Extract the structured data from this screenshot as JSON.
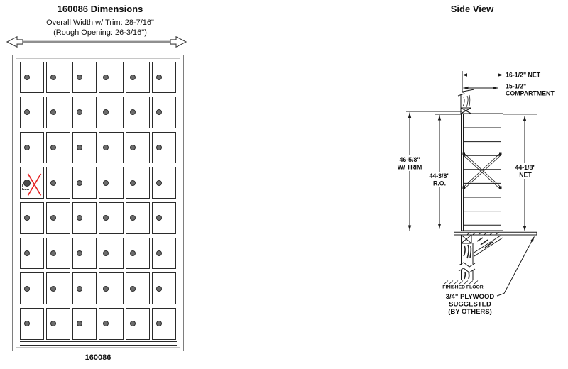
{
  "front_view": {
    "title": "160086 Dimensions",
    "subtitle_line1": "Overall Width w/ Trim: 28-7/16\"",
    "subtitle_line2": "(Rough Opening: 26-3/16\")",
    "model_label": "160086",
    "grid": {
      "rows": 8,
      "columns": 6,
      "door_count": 48,
      "master_door": {
        "row": 4,
        "column": 1,
        "marked_with": "red-x"
      }
    }
  },
  "side_view": {
    "title": "Side View",
    "dimensions": {
      "net_width": "16-1/2\" NET",
      "compartment_line1": "15-1/2\"",
      "compartment_line2": "COMPARTMENT",
      "trim_height_line1": "46-5/8\"",
      "trim_height_line2": "W/ TRIM",
      "rough_opening_line1": "44-3/8\"",
      "rough_opening_line2": "R.O.",
      "net_height_line1": "44-1/8\"",
      "net_height_line2": "NET"
    },
    "annotations": {
      "finished_floor": "FINISHED FLOOR",
      "plywood_line1": "3/4\" PLYWOOD",
      "plywood_line2": "SUGGESTED",
      "plywood_line3": "(BY OTHERS)"
    }
  },
  "colors": {
    "drawing_line": "#1a1a1a",
    "outer_frame_gray": "#7e7e7e",
    "inner_frame_gray": "#c6c6c6",
    "arrow_shaft_gray": "#8f8f8f",
    "marker_red": "#e62828"
  }
}
